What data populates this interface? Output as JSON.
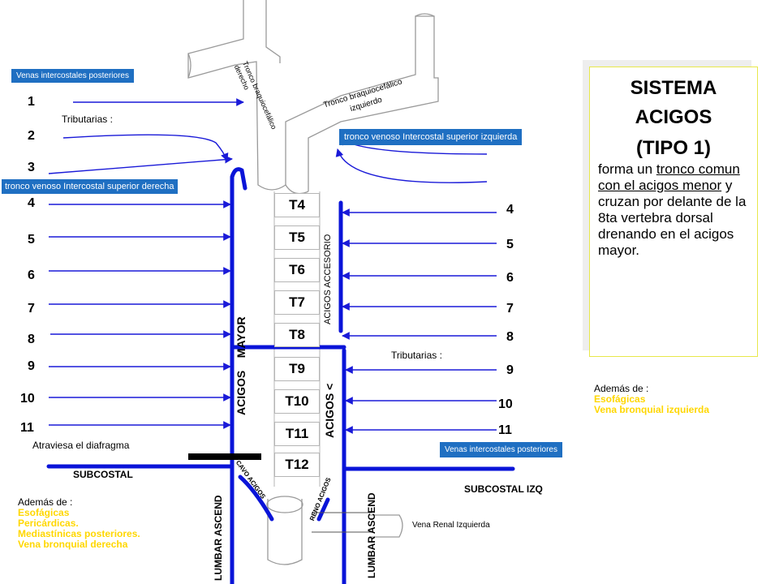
{
  "title": {
    "line1": "SISTEMA",
    "line2": "ACIGOS",
    "line3": "(TIPO 1)"
  },
  "description": {
    "p1": "forma un ",
    "u1": "tronco comun con el acigos menor",
    "p2": " y cruzan por delante de la 8ta vertebra dorsal drenando en el acigos mayor."
  },
  "left_numbers": [
    "1",
    "2",
    "3",
    "4",
    "5",
    "6",
    "7",
    "8",
    "9",
    "10",
    "11"
  ],
  "right_numbers": [
    "4",
    "5",
    "6",
    "7",
    "8",
    "9",
    "10",
    "11"
  ],
  "vertebrae": [
    "T4",
    "T5",
    "T6",
    "T7",
    "T8",
    "T9",
    "T10",
    "T11",
    "T12"
  ],
  "labels": {
    "venas_post_left": "Venas intercostales posteriores",
    "venas_post_right": "Venas intercostales posteriores",
    "tributarias_left": "Tributarias :",
    "tributarias_right": "Tributarias :",
    "tronco_sup_der": "tronco venoso Intercostal superior derecha",
    "tronco_sup_izq": "tronco venoso Intercostal superior izquierda",
    "braquio_der": "Tronco braquiocefálico derecho",
    "braquio_izq": "Tronco braquiocefálico izquierdo",
    "acigos_accesorio": "ACIGOS ACCESORIO",
    "acigos_mayor": "ACIGOS    MAYOR",
    "acigos_menor": "ACIGOS <",
    "atraviesa": "Atraviesa el diafragma",
    "subcostal": "SUBCOSTAL",
    "subcostal_izq": "SUBCOSTAL  IZQ",
    "cavo_acigos": "CAVO ACIGOS",
    "reno_acigos": "RENO ACIGOS",
    "lumbar_left": "LUMBAR ASCEND",
    "lumbar_right": "LUMBAR ASCEND",
    "vena_renal": "Vena Renal Izquierda",
    "ademas_left": "Además de :",
    "ademas_right": "Además de :"
  },
  "left_extras": [
    "Esofágicas",
    "Pericárdicas.",
    "Mediastínicas posteriores.",
    "Vena bronquial derecha"
  ],
  "right_extras": [
    "Esofágicas",
    "Vena bronquial izquierda"
  ],
  "colors": {
    "vein": "#0a14d8",
    "arrow": "#1a1ad8",
    "box": "#1f6fc2",
    "highlight": "#ffd700"
  }
}
